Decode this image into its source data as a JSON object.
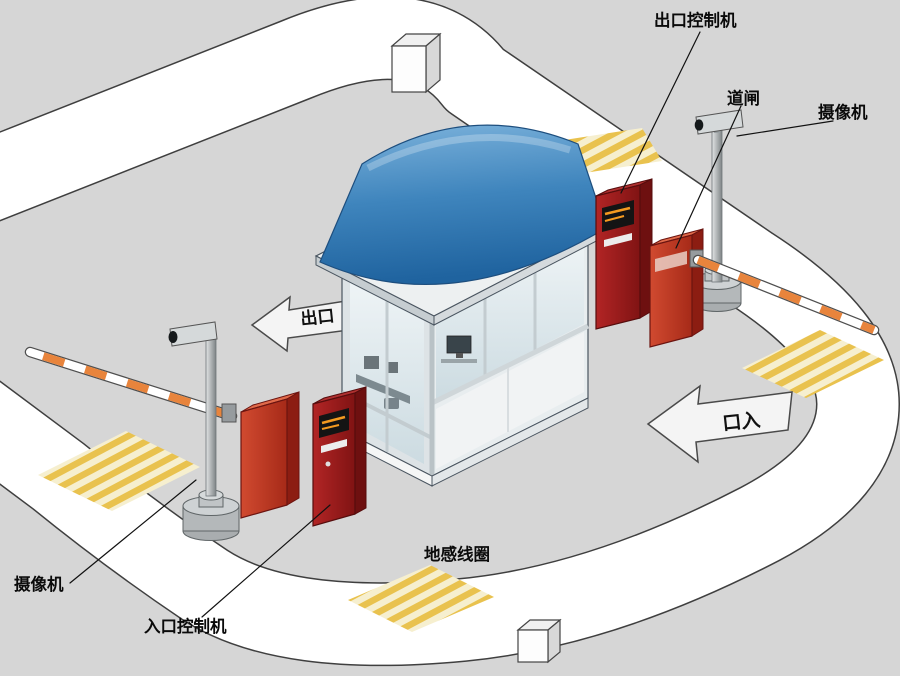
{
  "diagram": {
    "callouts": {
      "exit_controller": "出口控制机",
      "barrier_gate": "道闸",
      "camera_right": "摄像机",
      "camera_left": "摄像机",
      "entrance_controller": "入口控制机",
      "ground_loop": "地感线圈"
    },
    "ground_arrows": {
      "exit": "出口",
      "entrance": "口入"
    },
    "colors": {
      "background": "#d6d6d6",
      "road_fill": "#ffffff",
      "road_outline": "#3f3f3f",
      "canopy_blue": "#3a80b8",
      "controller_red": "#9b1c1c",
      "barrier_red": "#c8402c",
      "coil_yellow": "#e9c24e",
      "coil_cream": "#f6efcf",
      "arm_orange": "#e8843c"
    }
  }
}
